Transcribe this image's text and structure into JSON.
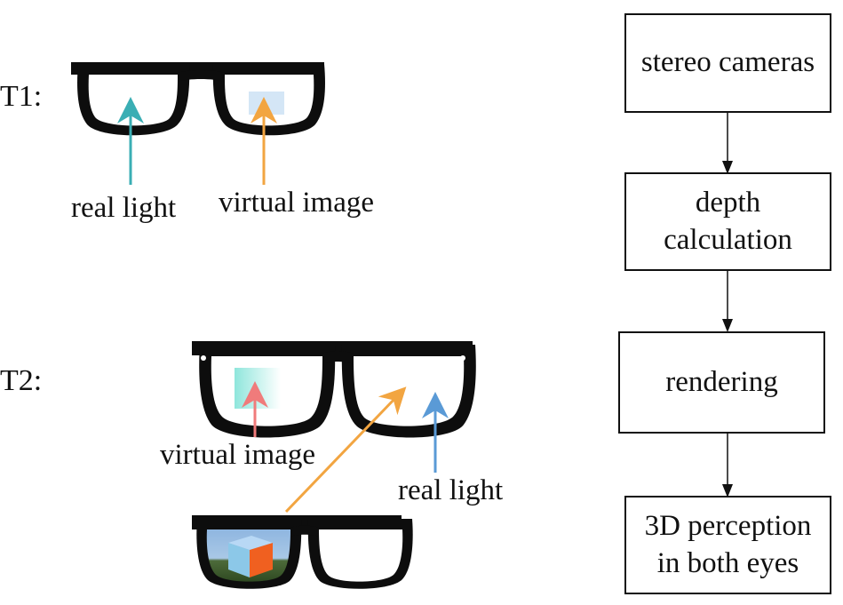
{
  "rows": {
    "t1_label": "T1:",
    "t2_label": "T2:"
  },
  "t1": {
    "real_light": "real light",
    "virtual_image": "virtual image"
  },
  "t2": {
    "virtual_image": "virtual image",
    "real_light": "real light"
  },
  "flowchart": {
    "steps": [
      {
        "line1": "stereo cameras",
        "line2": ""
      },
      {
        "line1": "depth",
        "line2": "calculation"
      },
      {
        "line1": "rendering",
        "line2": ""
      },
      {
        "line1": "3D perception",
        "line2": "in both eyes"
      }
    ]
  },
  "colors": {
    "teal_arrow": "#3aaeb4",
    "orange_arrow": "#f2a541",
    "red_arrow": "#f07b7b",
    "blue_arrow": "#5a9ad6",
    "frame": "#0d0d0d"
  }
}
